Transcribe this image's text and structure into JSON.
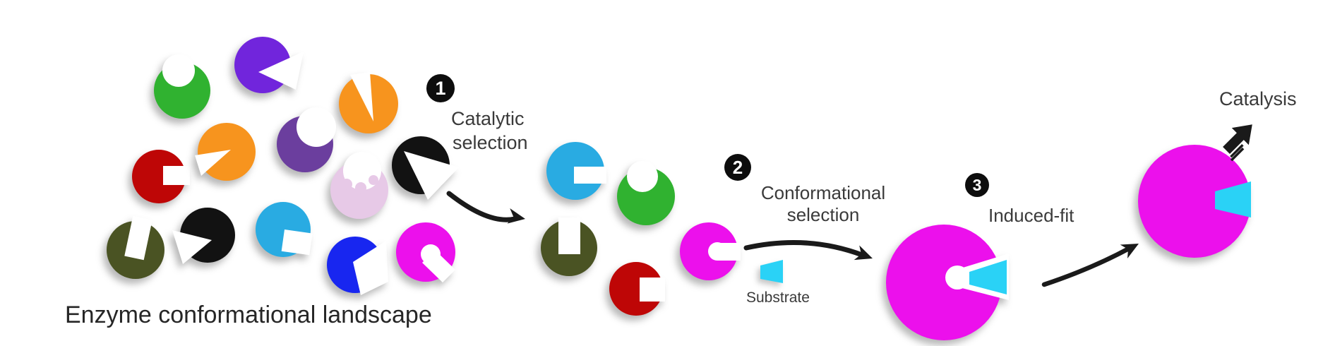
{
  "figure": {
    "title": "Enzyme conformational landscape",
    "description": "Enzyme catalysis pathway diagram: catalytic selection, conformational selection, induced-fit, catalysis"
  },
  "labels": {
    "landscape": "Enzyme conformational landscape",
    "step1_num": "1",
    "step1_line1": "Catalytic",
    "step1_line2": "selection",
    "step2_num": "2",
    "step2_line1": "Conformational",
    "step2_line2": "selection",
    "substrate": "Substrate",
    "step3_num": "3",
    "step3_label": "Induced-fit",
    "catalysis": "Catalysis"
  },
  "palette": {
    "green": "#30B230",
    "violet": "#7125DC",
    "orange": "#F7941E",
    "red": "#BE0606",
    "dark_purple": "#6B3E9E",
    "black_shape": "#121212",
    "thistle": "#E7C9E7",
    "olive": "#4A5323",
    "sky": "#29ABE2",
    "blue": "#1826F0",
    "magenta": "#EC10EC",
    "substrate_cyan": "#2AD2F6",
    "arrow": "#1A1A1A",
    "badge_bg": "#0D0D0D",
    "badge_fg": "#FFFFFF",
    "step_text": "#3A3A3A",
    "title_text": "#262626",
    "white": "#FFFFFF"
  }
}
